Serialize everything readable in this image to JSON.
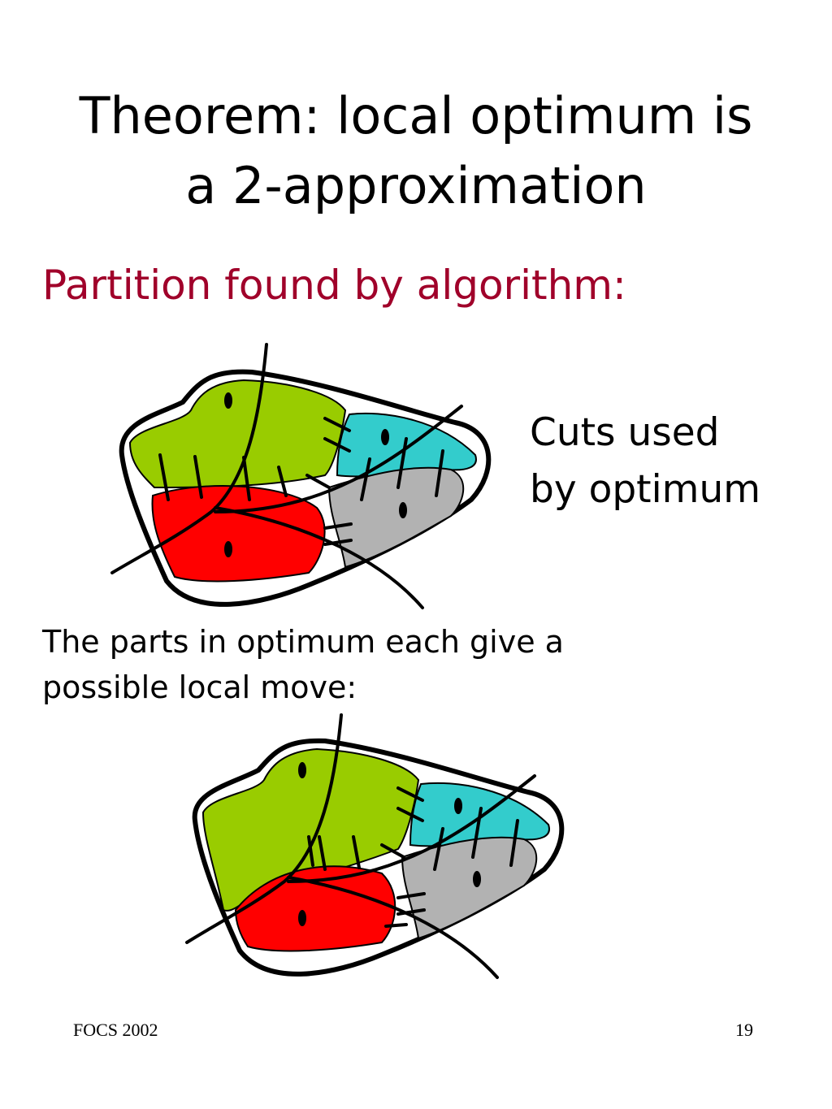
{
  "slide": {
    "title_line1": "Theorem: local optimum is",
    "title_line2": "a 2-approximation",
    "subtitle": "Partition found by algorithm:",
    "side_note_line1": "Cuts used",
    "side_note_line2": "by optimum",
    "caption_line1": "The parts in optimum each give a",
    "caption_line2": "possible local move:",
    "footer_left": "FOCS 2002",
    "page_number": "19"
  },
  "colors": {
    "green_part": "#99cc00",
    "cyan_part": "#33cccc",
    "red_part": "#ff0000",
    "gray_part": "#b2b2b2",
    "subtitle": "#a0002a"
  }
}
